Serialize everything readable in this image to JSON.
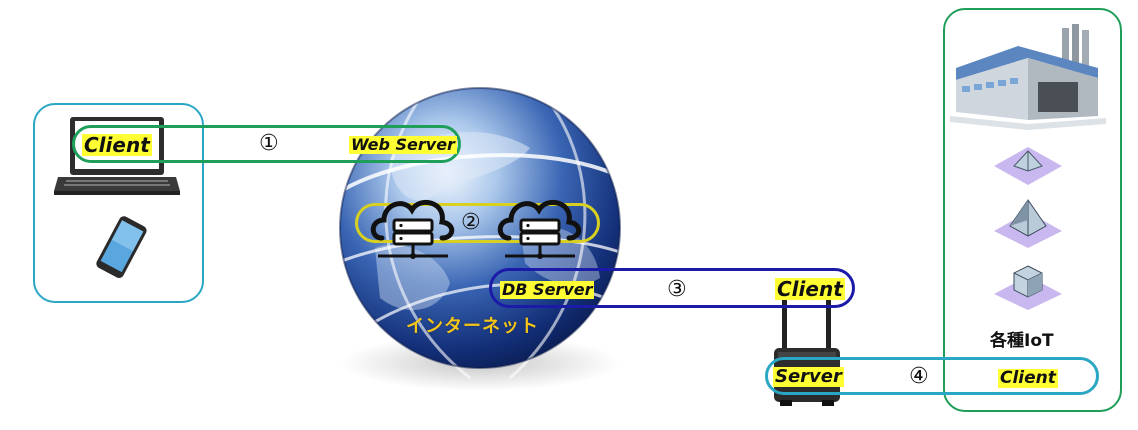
{
  "colors": {
    "client_group_border": "#2aa7c4",
    "iot_group_border": "#1e9e58",
    "link1_border": "#1f9e5a",
    "link2_border": "#d8d020",
    "link3_border": "#1b1ba8",
    "link4_border": "#2aa7c4",
    "label_highlight": "#ffff33",
    "internet_text": "#f5c518"
  },
  "links": [
    {
      "number": "①",
      "left_label": "Client",
      "right_label": "Web Server"
    },
    {
      "number": "②"
    },
    {
      "number": "③",
      "left_label": "DB Server",
      "right_label": "Client"
    },
    {
      "number": "④",
      "left_label": "Server",
      "right_label": "Client"
    }
  ],
  "internet_label": "インターネット",
  "iot_label": "各種IoT",
  "icons": [
    "laptop-icon",
    "smartphone-icon",
    "globe-icon",
    "cloud-server-icon",
    "router-icon",
    "factory-icon",
    "iot-device-icon"
  ]
}
